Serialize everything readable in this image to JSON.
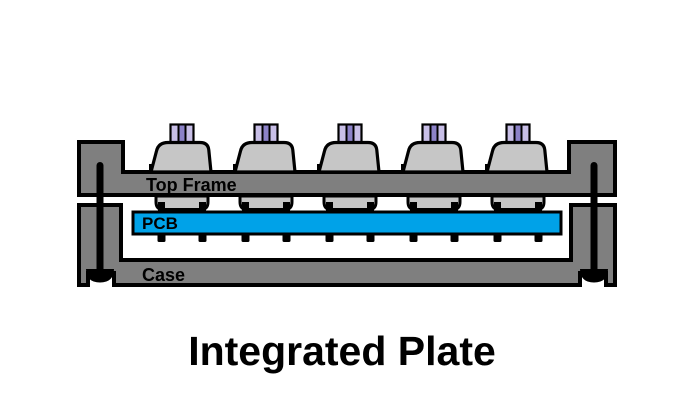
{
  "diagram": {
    "title": "Integrated Plate",
    "labels": {
      "top_frame": "Top Frame",
      "pcb": "PCB",
      "case": "Case"
    },
    "components": {
      "switch_count": 5,
      "solder_pin_count": 10,
      "screw_count": 2
    },
    "colors": {
      "frame_case": "#7F7F7F",
      "switch_housing": "#C6C6C6",
      "pcb": "#00A2E8",
      "stem": "#C8BFE7",
      "stem_center": "#8C82C8",
      "outline": "#000000",
      "background": "#FFFFFF"
    }
  }
}
